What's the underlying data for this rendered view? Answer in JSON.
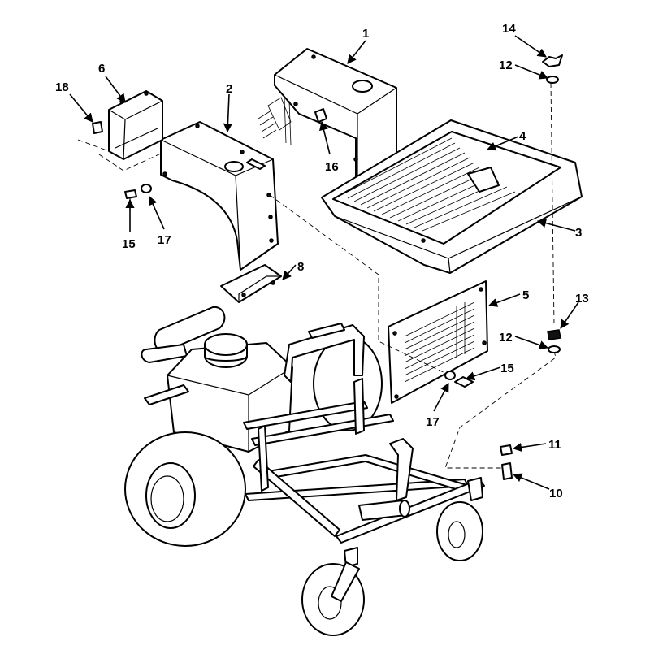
{
  "callouts": {
    "c1": "1",
    "c2": "2",
    "c3": "3",
    "c4": "4",
    "c5": "5",
    "c6": "6",
    "c8": "8",
    "c10": "10",
    "c11": "11",
    "c12a": "12",
    "c12b": "12",
    "c13": "13",
    "c14": "14",
    "c15a": "15",
    "c15b": "15",
    "c16": "16",
    "c17a": "17",
    "c17b": "17",
    "c18": "18"
  }
}
